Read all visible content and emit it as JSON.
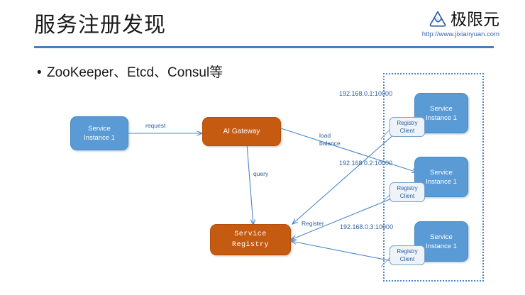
{
  "slide": {
    "title": "服务注册发现",
    "bullet_marker": "•",
    "bullet_text": "ZooKeeper、Etcd、Consul等"
  },
  "logo": {
    "icon": "triangle-droplet-logo-icon",
    "wordmark": "极限元",
    "url": "http://www.jixianyuan.com",
    "color": "#3a63a8"
  },
  "colors": {
    "blue_node": "#5B9BD5",
    "orange_node": "#C55A11",
    "accent_line": "#4a7ebb",
    "arrow": "#4a86c8",
    "label_text": "#2d5f9a"
  },
  "diagram": {
    "nodes": {
      "client_instance": {
        "line1": "Service",
        "line2": "Instance 1"
      },
      "gateway": {
        "label": "AI Gateway"
      },
      "registry": {
        "line1": "Service",
        "line2": "Registry"
      }
    },
    "registry_client": {
      "line1": "Registry",
      "line2": "Client"
    },
    "instances": [
      {
        "address": "192.168.0.1:10000",
        "line1": "Service",
        "line2": "Instance 1"
      },
      {
        "address": "192.168.0.2:10000",
        "line1": "Service",
        "line2": "Instance 1"
      },
      {
        "address": "192.168.0.3:10000",
        "line1": "Service",
        "line2": "Instance 1"
      }
    ],
    "edge_labels": {
      "request": "request",
      "load_balance_line1": "load",
      "load_balance_line2": "balance",
      "query": "query",
      "register": "Register"
    }
  }
}
